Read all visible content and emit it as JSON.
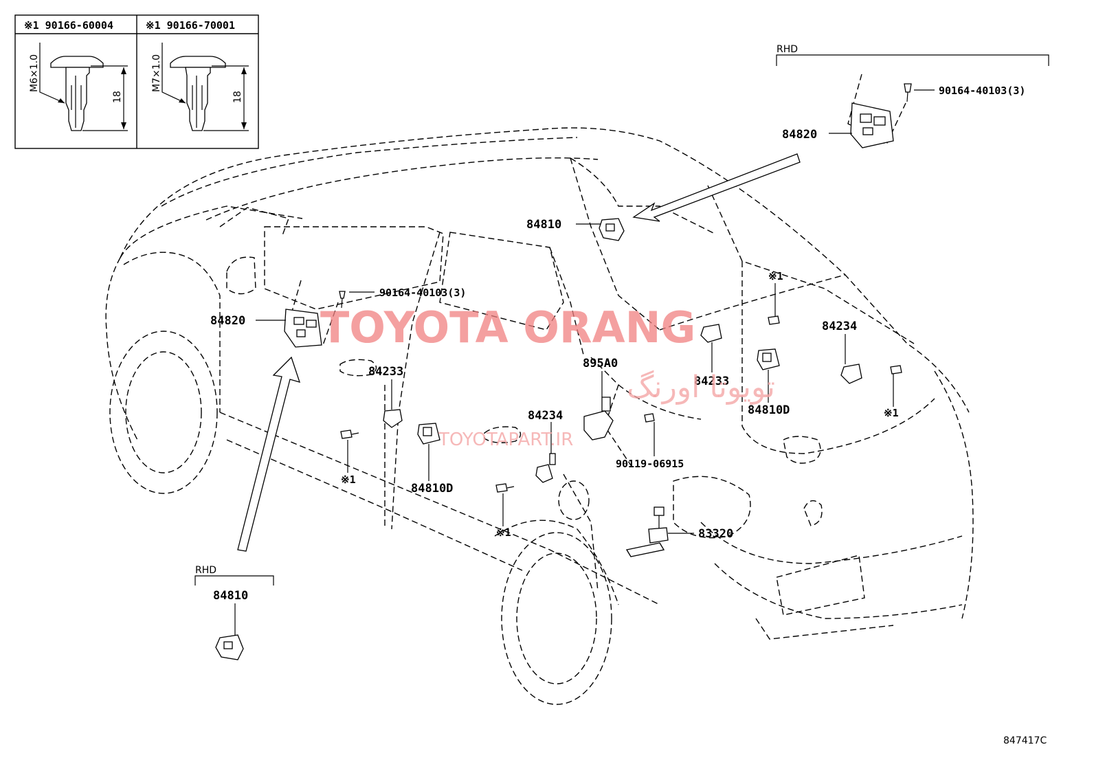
{
  "legend_table": {
    "col1_header": "※1 90166-60004",
    "col2_header": "※1 90166-70001",
    "col1_thread": "M6×1.0",
    "col2_thread": "M7×1.0",
    "col1_length": "18",
    "col2_length": "18"
  },
  "rhd_top": {
    "label": "RHD",
    "part": "84820",
    "screw": "90164-40103(3)"
  },
  "rhd_bottom": {
    "label": "RHD",
    "part": "84810"
  },
  "callouts": {
    "p84810_top": "84810",
    "p84820_left": "84820",
    "p90164_left": "90164-40103(3)",
    "p84233_left": "84233",
    "p84234_mid": "84234",
    "p84810D_left": "84810D",
    "p895A0": "895A0",
    "p90119": "90119-06915",
    "p83320": "83320",
    "p84233_right": "84233",
    "p84234_right": "84234",
    "p84810D_right": "84810D",
    "clip1_a": "※1",
    "clip1_b": "※1",
    "clip1_c": "※1",
    "clip1_d": "※1"
  },
  "figure_id": "847417C",
  "watermark": {
    "title": "TOYOTA ORANG",
    "persian": "تویوتا اورنگ",
    "site": "TOYOTAPART.IR"
  }
}
